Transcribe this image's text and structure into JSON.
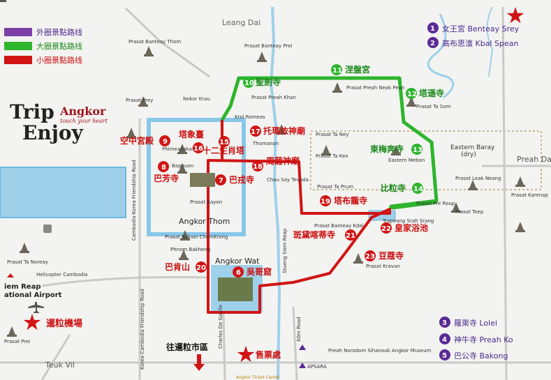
{
  "legend": {
    "outer": {
      "label": "外圈景點路线",
      "color": "#7b3fa8"
    },
    "big": {
      "label": "大圈景點路线",
      "color": "#2db52d"
    },
    "small": {
      "label": "小圈景點路线",
      "color": "#d11414"
    }
  },
  "brand": {
    "trip": "Trip",
    "angkor": "Angkor",
    "tagline": "touch your heart",
    "enjoy": "Enjoy"
  },
  "top_right_sites": [
    {
      "num": "1",
      "name": "女王宮 Benteay Srey"
    },
    {
      "num": "2",
      "name": "高布思濱 Kbal Spean"
    }
  ],
  "bottom_right_sites": [
    {
      "num": "3",
      "name": "羅萊寺 Lolei"
    },
    {
      "num": "4",
      "name": "神牛寺 Preah Ko"
    },
    {
      "num": "5",
      "name": "巴公寺 Bakong"
    }
  ],
  "red_markers": [
    {
      "num": "6",
      "label": "吳哥窟"
    },
    {
      "num": "7",
      "label": "巴戎寺"
    },
    {
      "num": "8",
      "label": "巴芳寺"
    },
    {
      "num": "9",
      "label": "空中宮殿"
    },
    {
      "num": "15",
      "label": "十二生肖塔"
    },
    {
      "num": "16",
      "label": "塔象臺"
    },
    {
      "num": "17",
      "label": "托瑪依神廟"
    },
    {
      "num": "18",
      "label": "周薩神廟"
    },
    {
      "num": "19",
      "label": "塔布籠寺"
    },
    {
      "num": "20",
      "label": "巴肯山"
    },
    {
      "num": "21",
      "label": "斑黛喀蒂寺"
    },
    {
      "num": "22",
      "label": "皇家浴池"
    },
    {
      "num": "23",
      "label": "豆蔻寺"
    }
  ],
  "green_markers": [
    {
      "num": "10",
      "label": "聖劍寺"
    },
    {
      "num": "11",
      "label": "涅盤宮"
    },
    {
      "num": "12",
      "label": "塔遜寺"
    },
    {
      "num": "13",
      "label": "東梅奔寺"
    },
    {
      "num": "14",
      "label": "比粒寺"
    }
  ],
  "places": {
    "leang_dai": "Leang Dai",
    "preah_dak": "Preah Dak",
    "teuk_vil": "Teuk Vil",
    "angkor_thom": "Angkor Thom",
    "angkor_wat": "Angkor Wat",
    "prasat_bayon": "Prasat Bayon",
    "eastern_baray": "Eastern Baray",
    "dry": "(dry)",
    "banteay_thom": "Prasat Banteay Thom",
    "banteay_prei": "Prasat Banteay Prei",
    "prasat_prey": "Prasat Prey",
    "nokor_krau": "Nokor Krau",
    "krol_romeas": "Krol Romeas",
    "preah_khan": "Prasat Preah Khan",
    "preah_neak_pean": "Prasat Preah Neak Pean",
    "ta_som": "Prasat Ta Som",
    "ta_ney": "Prasat Ta Ney",
    "ta_keo": "Prasat Ta Keo",
    "thomanon": "Thomanon",
    "chau_say_tevoda": "Chau Say Tevoda",
    "phimeanakas": "Phimeanakas",
    "baphuon": "Baphuon",
    "eastern_mebon": "Eastern Mebon",
    "leak_neang": "Prasat Leak Neang",
    "kamnap": "Prasat Kamnap",
    "pre_roup": "Prasat Pre Roup",
    "toep": "Prasat Toep",
    "ta_prum": "Prasat Ta Prum",
    "srah_srang": "Trapeang Srah Srang",
    "banteay_kdei": "Prasat Banteay Kdei",
    "kravan": "Prasat Kravan",
    "baksei": "Prasat Baksei ChamKrong",
    "phnom_bakheng": "Phnom Bakheng",
    "ta_noreay": "Prasat Ta Noreay",
    "helicopter": "Helicopter Cambodia",
    "airport_line1": "iem Reap",
    "airport_line2": "ational Airport",
    "prasat_prei": "Prasat Prei",
    "stueng_siem_reap": "Stueng Siem Reap",
    "road_friendship": "Cambodia-Korea Friendship Road",
    "road_friendship2": "Korea-Cambodia Friendship Road",
    "road_gaulle": "Charles De Gaulle",
    "road_60m": "60m Road",
    "museum": "Preah Norodom Sihanouk Angkor Museum",
    "apsara": "APSARA",
    "ticket_center": "Angkor Ticket Center"
  },
  "annotations": {
    "airport_zh": "暹粒機場",
    "downtown_zh": "往暹粒市區",
    "ticket_zh": "售票處"
  }
}
